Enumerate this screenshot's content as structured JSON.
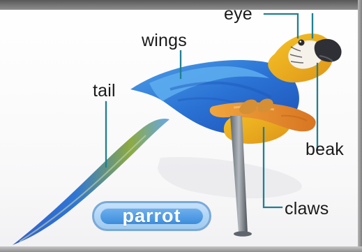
{
  "labels": {
    "eye": "eye",
    "wings": "wings",
    "tail": "tail",
    "beak": "beak",
    "claws": "claws"
  },
  "badge": {
    "text": "parrot"
  },
  "colors": {
    "label_text": "#1a1a1a",
    "leader_line": "#1f7f92",
    "badge_text": "#ffffff",
    "parrot_blue": "#2b79d8",
    "parrot_yellow": "#f2b321",
    "parrot_green": "#97b447",
    "perch_orange": "#e58d2c"
  },
  "icons": {
    "eye": "eye-icon",
    "beak": "beak-icon"
  }
}
